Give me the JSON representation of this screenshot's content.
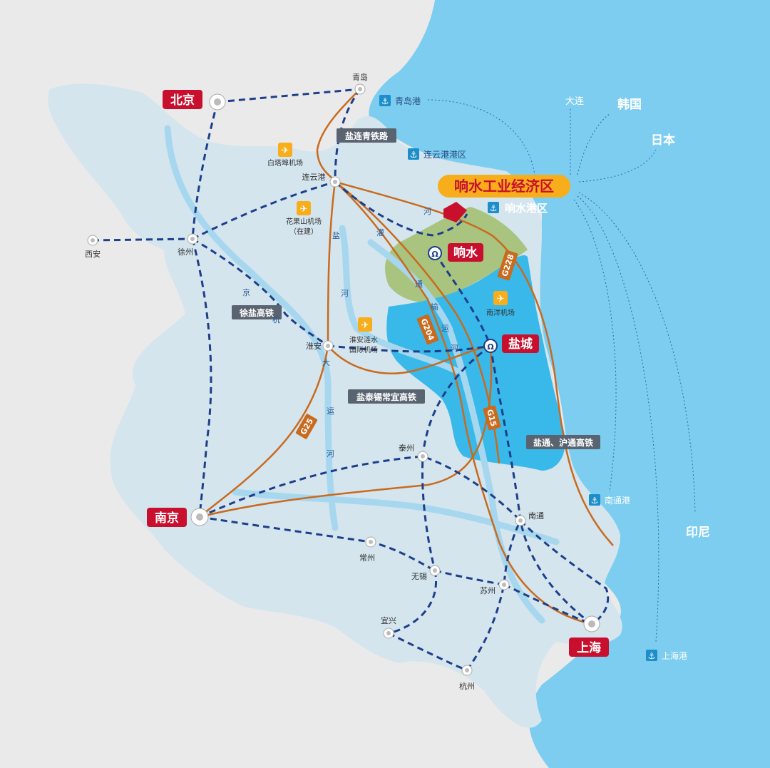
{
  "colors": {
    "sea": "#7dcdf0",
    "land": "#d4e5ee",
    "land_outer": "#eaeaea",
    "zone_green": "#a8c47f",
    "zone_blue": "#39b9e9",
    "rail": "#1d3f8a",
    "highway": "#c96a1e",
    "city_label": "#c8102e",
    "highlight": "#f8ad1b",
    "waterway": "#a7d7ee"
  },
  "major_cities": {
    "beijing": "北京",
    "nanjing": "南京",
    "shanghai": "上海",
    "yancheng": "盐城",
    "xiangshui": "响水"
  },
  "minor_cities": {
    "qingdao": "青岛",
    "lianyungang": "连云港",
    "xian": "西安",
    "xuzhou": "徐州",
    "huaian": "淮安",
    "taizhou": "泰州",
    "nantong": "南通",
    "changzhou": "常州",
    "wuxi": "无锡",
    "suzhou": "苏州",
    "yixing": "宜兴",
    "hangzhou": "杭州"
  },
  "highlight_zone": "响水工业经济区",
  "ports": {
    "qingdao": "青岛港",
    "lianyungang": "连云港港区",
    "xiangshui": "响水港区",
    "nantong": "南通港",
    "shanghai": "上海港"
  },
  "countries": {
    "dalian": "大连",
    "korea": "韩国",
    "japan": "日本",
    "indonesia": "印尼"
  },
  "airports": {
    "baitabu": "白塔埠机场",
    "huaguoshan_1": "花果山机场",
    "huaguoshan_2": "（在建）",
    "nanyang": "南洋机场",
    "huaian_1": "淮安涟水",
    "huaian_2": "国际机场"
  },
  "rail_tags": {
    "yanlianqing": "盐连青铁路",
    "xuyan": "徐盐高铁",
    "yantaixichangyi": "盐泰锡常宜高铁",
    "yantong": "盐通、沪通高铁"
  },
  "highways": {
    "g228": "G228",
    "g204": "G204",
    "g25": "G25",
    "g15": "G15"
  },
  "waterways": {
    "jinghang": [
      "京",
      "杭",
      "大",
      "运",
      "河"
    ],
    "yanhe": [
      "盐",
      "河"
    ],
    "guanhe": [
      "灌",
      "河"
    ],
    "tongyu": [
      "通",
      "榆",
      "运",
      "河"
    ]
  }
}
